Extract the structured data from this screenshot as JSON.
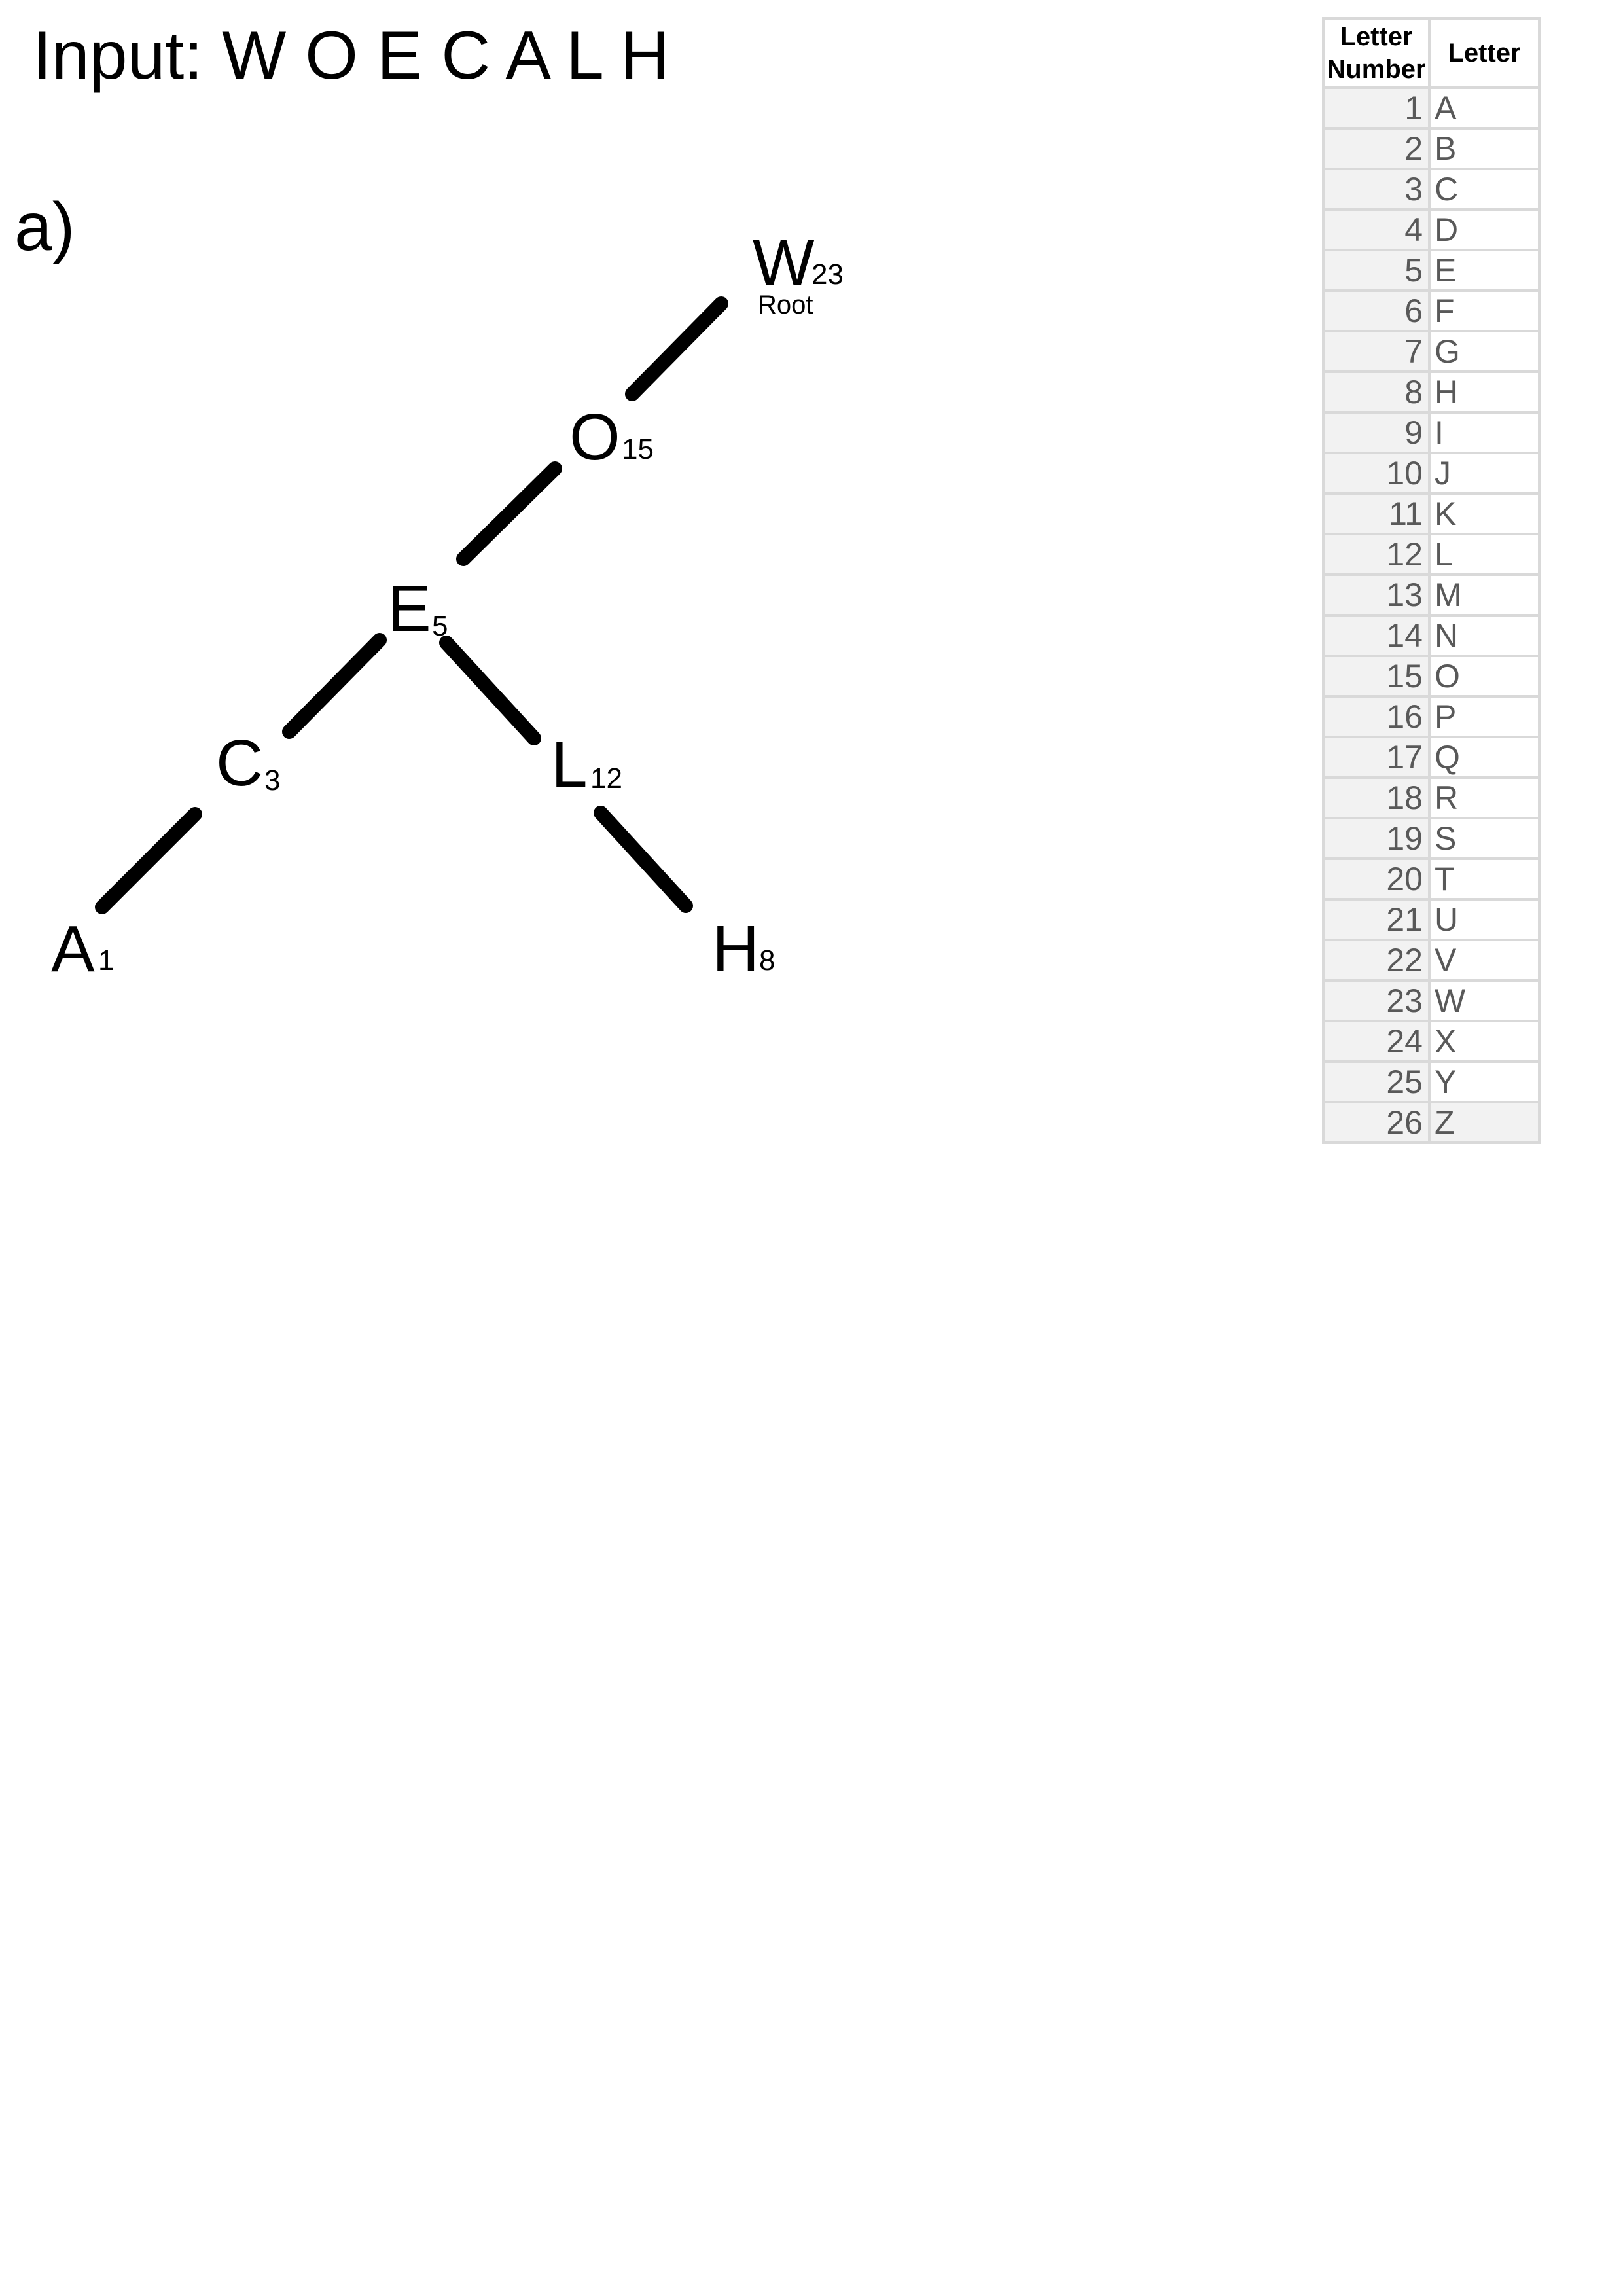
{
  "header": {
    "input_line": "Input: W O E C A L H",
    "part_label": "a)"
  },
  "tree": {
    "nodes": [
      {
        "id": "W",
        "letter": "W",
        "number": "23",
        "note": "Root"
      },
      {
        "id": "O",
        "letter": "O",
        "number": "15"
      },
      {
        "id": "E",
        "letter": "E",
        "number": "5"
      },
      {
        "id": "C",
        "letter": "C",
        "number": "3"
      },
      {
        "id": "L",
        "letter": "L",
        "number": "12"
      },
      {
        "id": "A",
        "letter": "A",
        "number": "1"
      },
      {
        "id": "H",
        "letter": "H",
        "number": "8"
      }
    ],
    "edges": [
      [
        "W",
        "O"
      ],
      [
        "O",
        "E"
      ],
      [
        "E",
        "C"
      ],
      [
        "E",
        "L"
      ],
      [
        "C",
        "A"
      ],
      [
        "L",
        "H"
      ]
    ]
  },
  "table": {
    "headers": [
      "Letter Number",
      "Letter"
    ],
    "rows": [
      [
        "1",
        "A"
      ],
      [
        "2",
        "B"
      ],
      [
        "3",
        "C"
      ],
      [
        "4",
        "D"
      ],
      [
        "5",
        "E"
      ],
      [
        "6",
        "F"
      ],
      [
        "7",
        "G"
      ],
      [
        "8",
        "H"
      ],
      [
        "9",
        "I"
      ],
      [
        "10",
        "J"
      ],
      [
        "11",
        "K"
      ],
      [
        "12",
        "L"
      ],
      [
        "13",
        "M"
      ],
      [
        "14",
        "N"
      ],
      [
        "15",
        "O"
      ],
      [
        "16",
        "P"
      ],
      [
        "17",
        "Q"
      ],
      [
        "18",
        "R"
      ],
      [
        "19",
        "S"
      ],
      [
        "20",
        "T"
      ],
      [
        "21",
        "U"
      ],
      [
        "22",
        "V"
      ],
      [
        "23",
        "W"
      ],
      [
        "24",
        "X"
      ],
      [
        "25",
        "Y"
      ],
      [
        "26",
        "Z"
      ]
    ]
  }
}
